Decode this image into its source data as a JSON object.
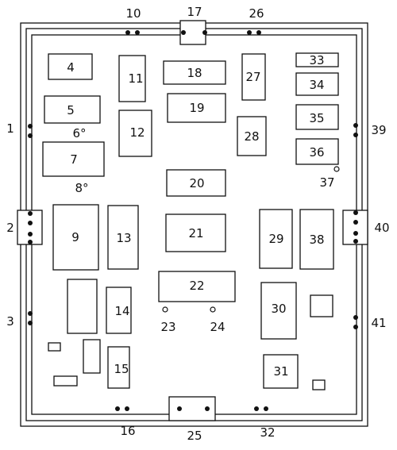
{
  "labels": {
    "l1": "1",
    "l2": "2",
    "l3": "3",
    "l4": "4",
    "l5": "5",
    "l6": "6°",
    "l7": "7",
    "l8": "8°",
    "l9": "9",
    "l10": "10",
    "l11": "11",
    "l12": "12",
    "l13": "13",
    "l14": "14",
    "l15": "15",
    "l16": "16",
    "l17": "17",
    "l18": "18",
    "l19": "19",
    "l20": "20",
    "l21": "21",
    "l22": "22",
    "l23": "23",
    "l24": "24",
    "l25": "25",
    "l26": "26",
    "l27": "27",
    "l28": "28",
    "l29": "29",
    "l30": "30",
    "l31": "31",
    "l32": "32",
    "l33": "33",
    "l34": "34",
    "l35": "35",
    "l36": "36",
    "l37": "37",
    "l38": "38",
    "l39": "39",
    "l40": "40",
    "l41": "41"
  }
}
